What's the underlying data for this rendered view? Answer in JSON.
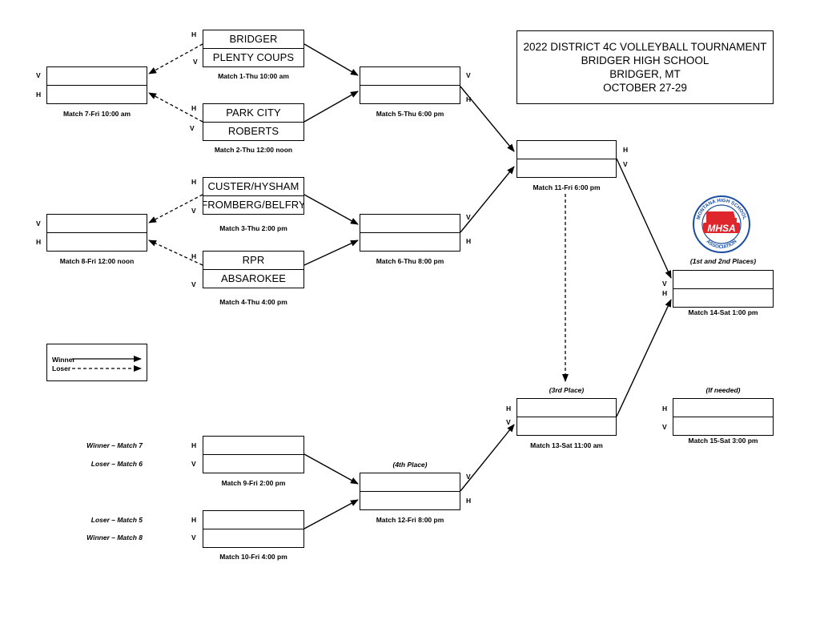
{
  "title": {
    "line1": "2022 DISTRICT 4C VOLLEYBALL TOURNAMENT",
    "line2": "BRIDGER HIGH SCHOOL",
    "line3": "BRIDGER, MT",
    "line4": "OCTOBER 27-29"
  },
  "legend": {
    "winner": "Winner",
    "loser": "Loser"
  },
  "logo": {
    "org": "MONTANA HIGH SCHOOL",
    "abbr": "MHSA",
    "sub": "ASSOCIATION",
    "colors": {
      "red": "#e0262d",
      "blue": "#1c4fa0"
    }
  },
  "home_letter": "H",
  "visitor_letter": "V",
  "matches": {
    "m1": {
      "caption": "Match 1-Thu 10:00 am",
      "top": "BRIDGER",
      "bottom": "PLENTY COUPS"
    },
    "m2": {
      "caption": "Match 2-Thu 12:00 noon",
      "top": "PARK CITY",
      "bottom": "ROBERTS"
    },
    "m3": {
      "caption": "Match 3-Thu 2:00 pm",
      "top": "CUSTER/HYSHAM",
      "bottom": "FROMBERG/BELFRY"
    },
    "m4": {
      "caption": "Match 4-Thu 4:00 pm",
      "top": "RPR",
      "bottom": "ABSAROKEE"
    },
    "m5": {
      "caption": "Match 5-Thu 6:00 pm",
      "top": "",
      "bottom": ""
    },
    "m6": {
      "caption": "Match 6-Thu 8:00 pm",
      "top": "",
      "bottom": ""
    },
    "m7": {
      "caption": "Match 7-Fri 10:00 am",
      "top": "",
      "bottom": ""
    },
    "m8": {
      "caption": "Match 8-Fri 12:00 noon",
      "top": "",
      "bottom": ""
    },
    "m9": {
      "caption": "Match 9-Fri 2:00 pm",
      "top": "",
      "bottom": ""
    },
    "m10": {
      "caption": "Match 10-Fri 4:00 pm",
      "top": "",
      "bottom": ""
    },
    "m11": {
      "caption": "Match 11-Fri 6:00 pm",
      "top": "",
      "bottom": ""
    },
    "m12": {
      "caption": "Match 12-Fri 8:00 pm",
      "note": "(4th Place)",
      "top": "",
      "bottom": ""
    },
    "m13": {
      "caption": "Match 13-Sat 11:00 am",
      "note": "(3rd Place)",
      "top": "",
      "bottom": ""
    },
    "m14": {
      "caption": "Match 14-Sat 1:00 pm",
      "note": "(1st and 2nd Places)",
      "top": "",
      "bottom": ""
    },
    "m15": {
      "caption": "Match 15-Sat 3:00 pm",
      "note": "(If needed)",
      "top": "",
      "bottom": ""
    }
  },
  "feeders": {
    "m9_top": "Winner – Match 7",
    "m9_bottom": "Loser – Match 6",
    "m10_top": "Loser – Match 5",
    "m10_bottom": "Winner – Match 8"
  }
}
